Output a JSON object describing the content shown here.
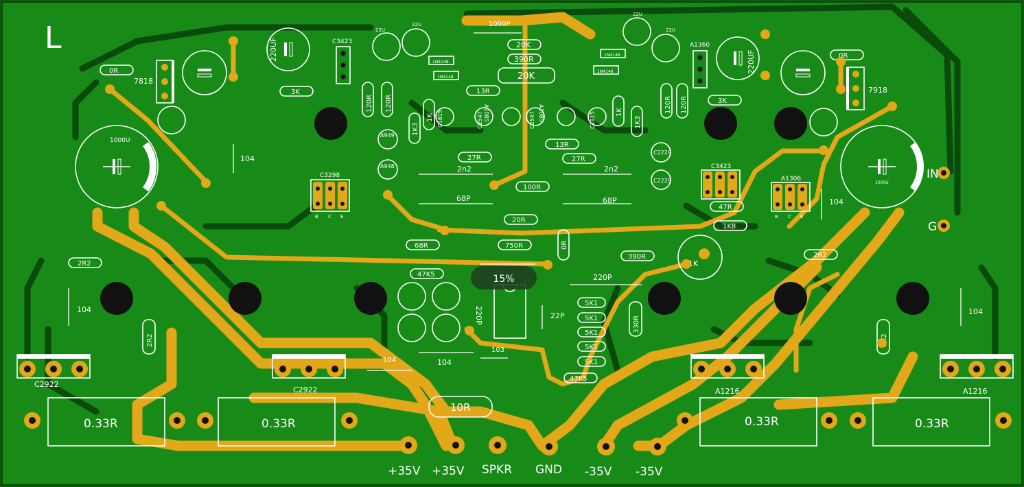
{
  "board_label": "L",
  "regulators": {
    "positive": "7818",
    "negative": "7918"
  },
  "capacitors": {
    "filter_left": "1000U",
    "filter_right": "1000U",
    "c_220uf_left": "220UF",
    "c_220uf_right": "220UF",
    "c_22u": "22U",
    "c_1000p": "1000P",
    "c_104": "104",
    "c_103": "103",
    "c_2n2": "2n2",
    "c_68p": "68P",
    "c_220p": "220P",
    "c_22p": "22P"
  },
  "resistors": {
    "r_0r": "0R",
    "r_3k": "3K",
    "r_120r": "120R",
    "r_1k": "1K",
    "r_1k3": "1K3",
    "r_20k": "20K",
    "r_390r": "390R",
    "r_13r": "13R",
    "r_27r": "27R",
    "r_100r": "100R",
    "r_20r": "20R",
    "r_68r": "68R",
    "r_750r": "750R",
    "r_47r": "47R",
    "r_1k8": "1K8",
    "r_2r2": "2R2",
    "r_47k5": "47K5",
    "r_5k1": "5K1",
    "r_330r": "330R",
    "r_10r": "10R",
    "r_033": "0.33R"
  },
  "transistors": {
    "c3423": "C3423",
    "a1360": "A1360",
    "c3298": "C3298",
    "a1306": "A1306",
    "a949": "A949",
    "a948": "A948",
    "c2229": "C2229",
    "c2922": "C2922",
    "a1216": "A1216",
    "c1815": "C1815",
    "a1015": "A1015",
    "c2547": "C2547",
    "a1085": "A1085"
  },
  "diode": "1N4148",
  "trimmer": "1K",
  "pin_letters": {
    "b": "B",
    "c": "C",
    "e": "E"
  },
  "progress_badge": "15%",
  "progress_value": 0.15,
  "connectors": {
    "in": "IN",
    "gnd_in": "G",
    "bottom": [
      "+35V",
      "+35V",
      "SPKR",
      "GND",
      "-35V",
      "-35V"
    ]
  },
  "colors": {
    "board": "#0d5a0d",
    "copper": "#e3a71a",
    "silk": "#ffffff"
  }
}
